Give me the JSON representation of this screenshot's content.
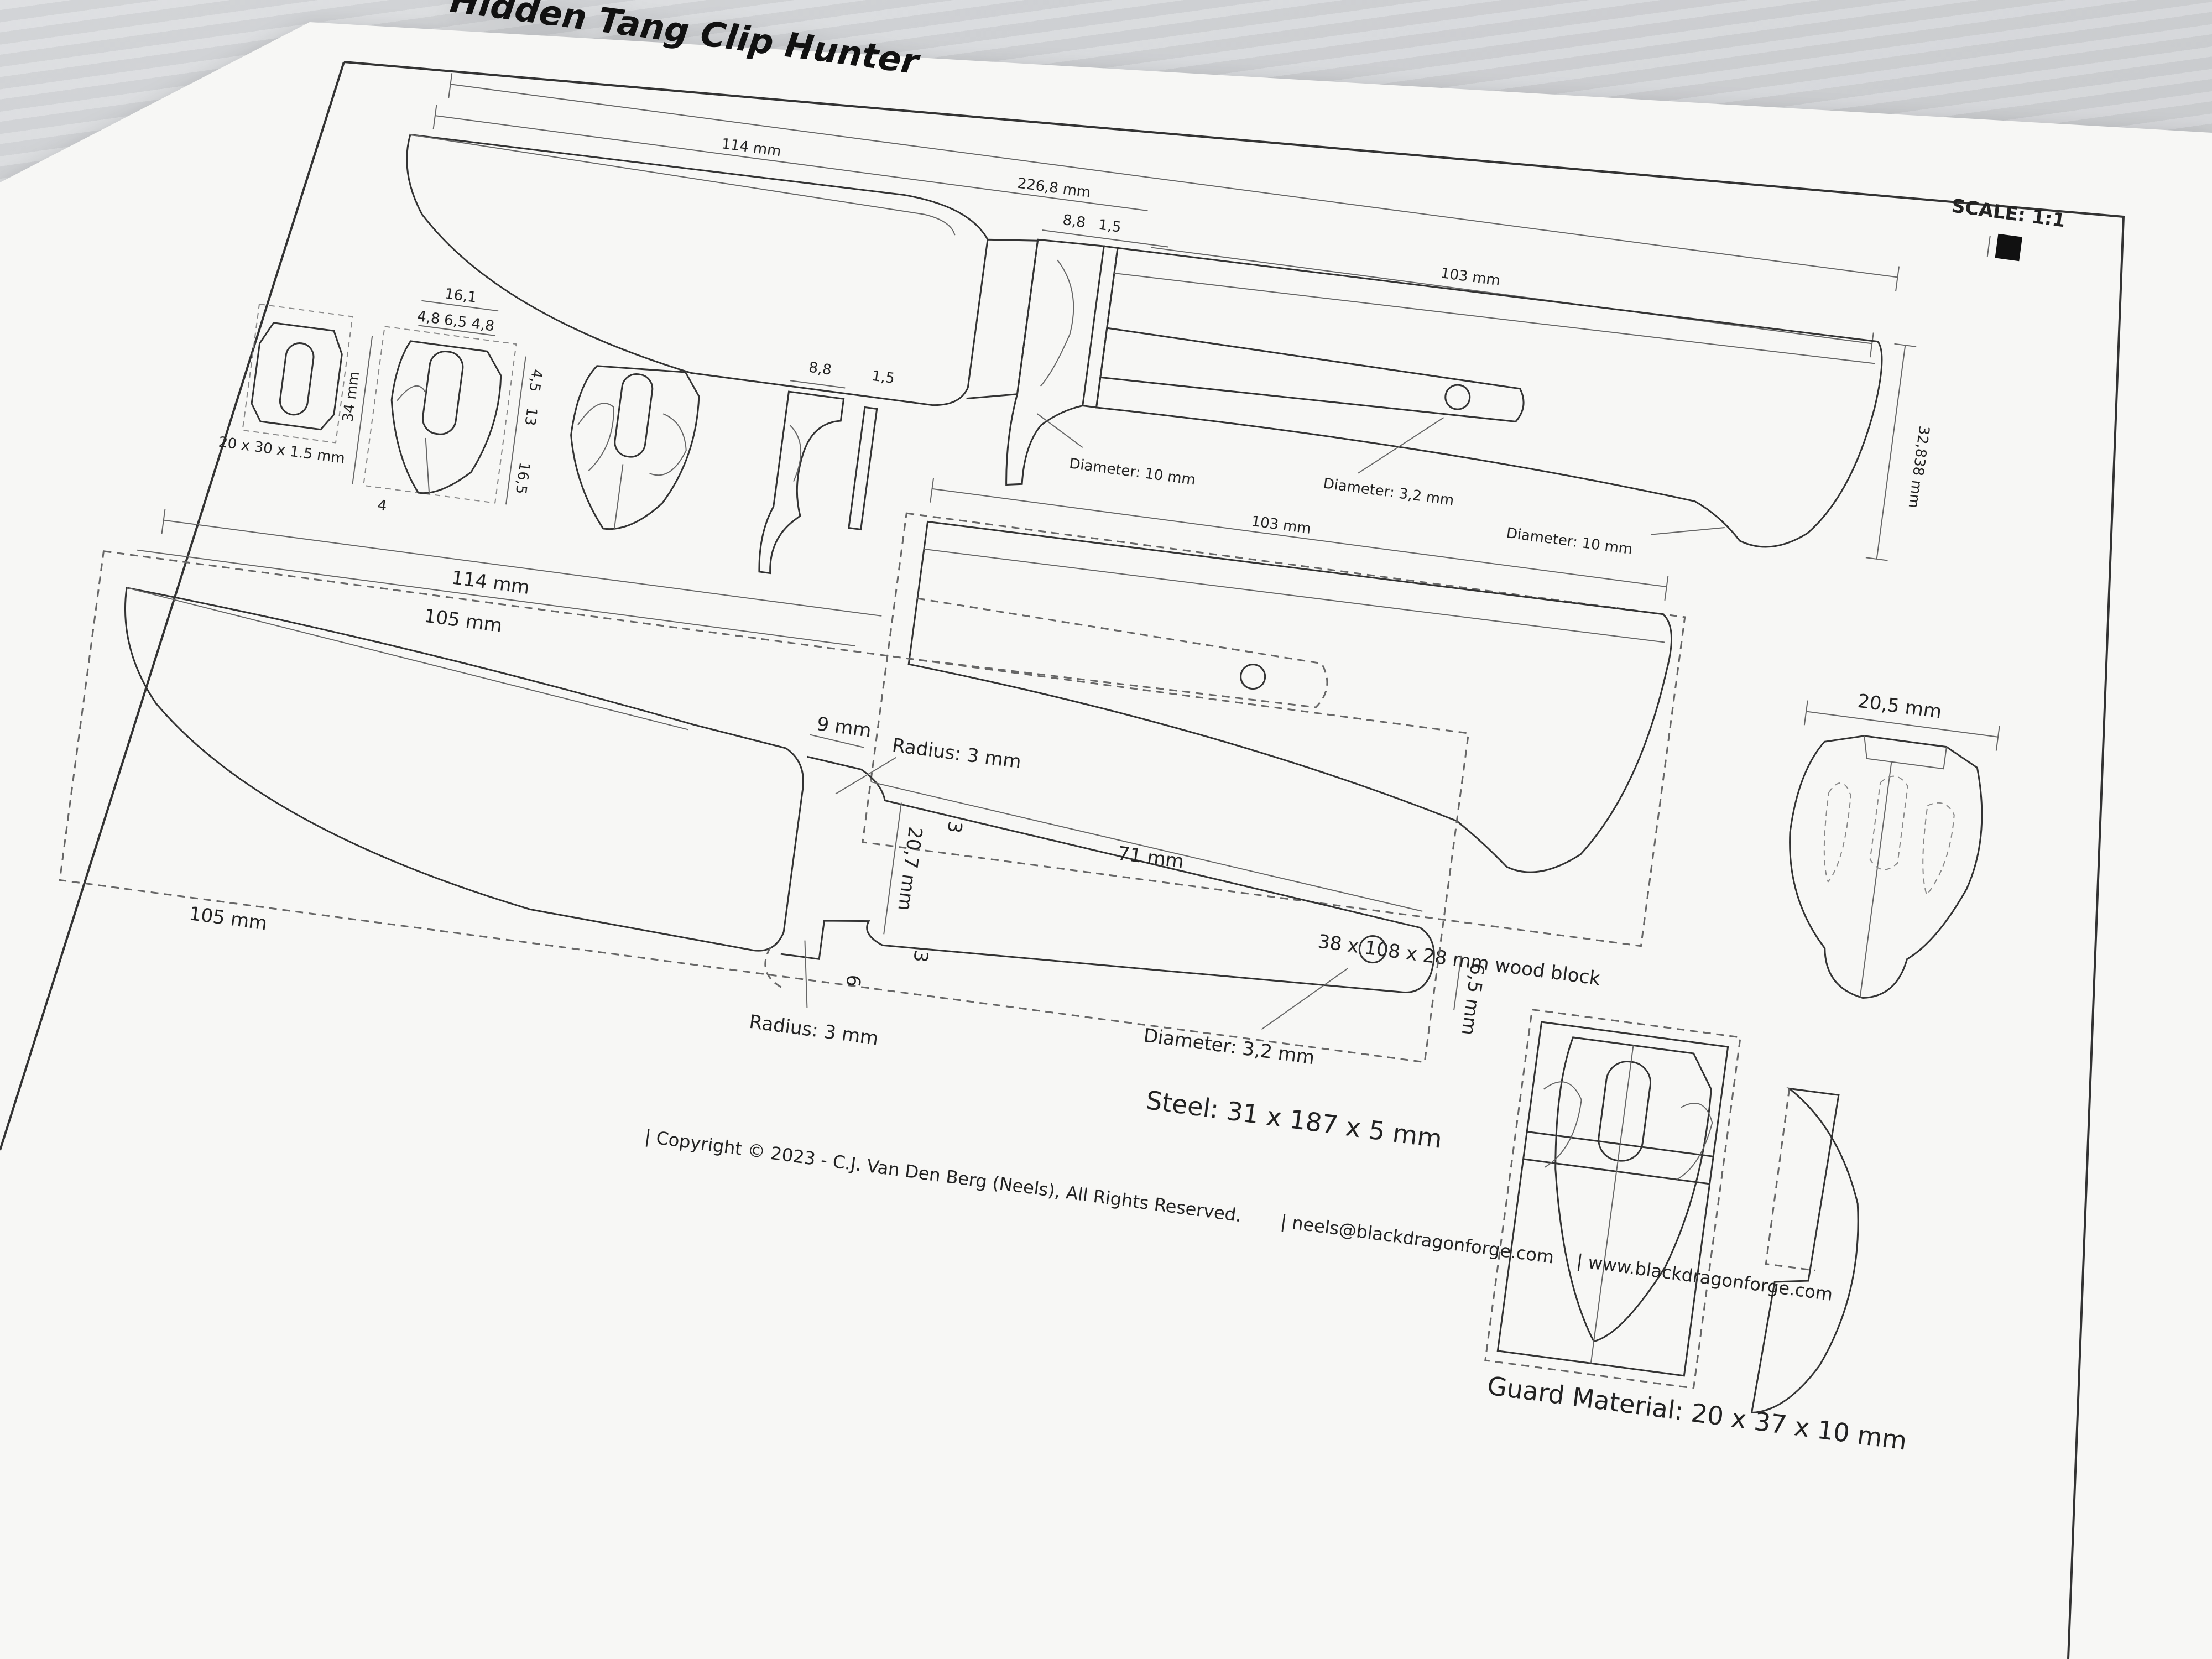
{
  "document": {
    "title": "Hidden Tang Clip Hunter",
    "scale": "SCALE: 1:1",
    "top_view": {
      "overall_length": "226,8 mm",
      "blade_length": "114 mm",
      "guard_thickness": "8,8",
      "spacer_thickness": "1,5",
      "handle_length": "103 mm",
      "handle_height": "32,838 mm",
      "guard_hole": "Diameter: 10 mm",
      "pin_hole": "Diameter: 3,2 mm",
      "finger_relief": "Diameter: 10 mm"
    },
    "guard_details": {
      "plate_size": "20 x 30 x 1.5 mm",
      "width_total": "16,1",
      "w1": "4,8",
      "w2": "6,5",
      "w3": "4,8",
      "h_total": "34 mm",
      "h1": "4,5",
      "h2": "13",
      "h3": "16,5",
      "bottom": "4",
      "guard_thickness": "8,8",
      "spacer_thickness": "1,5"
    },
    "handle_block": {
      "length": "103 mm",
      "size": "38 x 108 x 28 mm wood block"
    },
    "handle_end": {
      "width": "20,5 mm"
    },
    "blank_view": {
      "length_top": "114 mm",
      "blade_105": "105 mm",
      "blade_bottom": "105 mm",
      "ricasso": "9 mm",
      "tang_length": "71 mm",
      "tang_height": "20,7 mm",
      "step_top": "3",
      "step_bottom": "3",
      "step_side": "6",
      "tang_end": "6,5 mm",
      "radius_top": "Radius: 3 mm",
      "radius_bottom": "Radius: 3 mm",
      "pin_hole": "Diameter: 3,2 mm",
      "steel": "Steel: 31 x 187 x 5 mm"
    },
    "guard_material": "Guard Material: 20 x 37 x 10 mm",
    "footer": {
      "copyright": "| Copyright © 2023 - C.J. Van Den Berg (Neels), All Rights Reserved.",
      "email": "| neels@blackdragonforge.com",
      "website": "| www.blackdragonforge.com"
    }
  }
}
